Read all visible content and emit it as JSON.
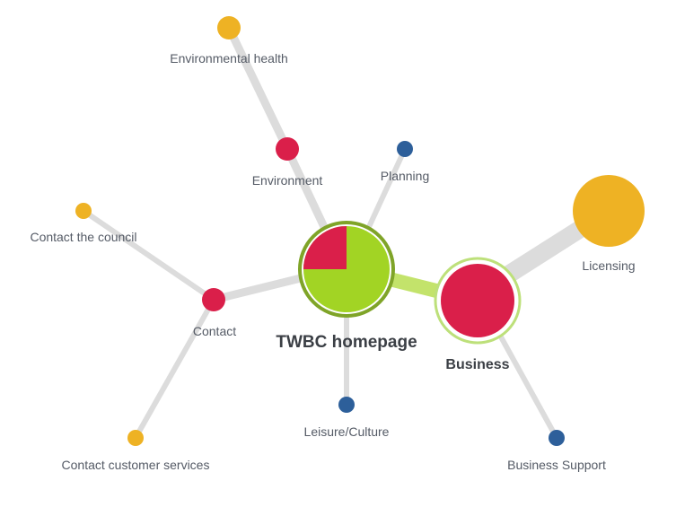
{
  "colors": {
    "edge": "#dcdcdc",
    "edge_highlight": "#c3e36b",
    "yellow": "#eeb224",
    "red": "#da1f4a",
    "blue": "#2d5f9a",
    "green": "#a2d424",
    "ring_dark": "#7fa428",
    "ring_light": "#bde07a"
  },
  "nodes": {
    "home": {
      "label": "TWBC homepage",
      "pie": {
        "red_fraction": 0.25
      }
    },
    "business": {
      "label": "Business"
    },
    "licensing": {
      "label": "Licensing"
    },
    "business_support": {
      "label": "Business Support"
    },
    "environment": {
      "label": "Environment"
    },
    "environmental_health": {
      "label": "Environmental health"
    },
    "planning": {
      "label": "Planning"
    },
    "contact": {
      "label": "Contact"
    },
    "contact_council": {
      "label": "Contact the council"
    },
    "contact_customer": {
      "label": "Contact customer services"
    },
    "leisure": {
      "label": "Leisure/Culture"
    }
  }
}
